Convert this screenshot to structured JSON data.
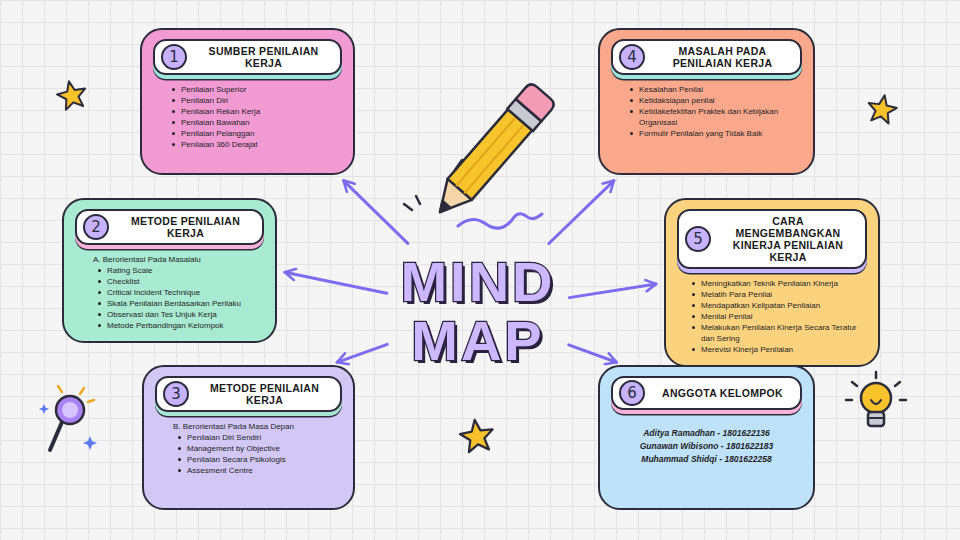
{
  "diagram": {
    "nodes": [
      {
        "text": [
          "MIND MAP"
        ]
      },
      {
        "text": [
          "Penilaian Superior",
          "Penilaian Diri",
          "Penilaian Rekan Kerja",
          "Penilaian Bawahan",
          "Penilaian Pelanggan",
          "Penilaian 360 Derajat"
        ]
      },
      {
        "text": [
          "SUMBER PENILAIAN KERJA"
        ],
        "in": 1
      },
      {
        "text": [
          "1"
        ],
        "in": 2
      },
      {
        "text": [
          "A. Berorientasi Pada Masalalu",
          "Rating Scale",
          "Checklist",
          "Critical Incident Technique",
          "Skala Penilaian Berdasarkan Perilaku",
          "Observasi dan Tes Unjuk Kerja",
          "Metode Perbandingan Kelompok"
        ]
      },
      {
        "text": [
          "METODE PENILAIAN KERJA"
        ],
        "in": 4
      },
      {
        "text": [
          "2"
        ],
        "in": 5
      },
      {
        "text": [
          "B. Berorientasi Pada Masa Depan",
          "Penilaian Diri Sendiri",
          "Management by Objective",
          "Penilaian Secara Psikologis",
          "Assesment Centre"
        ]
      },
      {
        "text": [
          "METODE PENILAIAN KERJA"
        ],
        "in": 7
      },
      {
        "text": [
          "3"
        ],
        "in": 8
      },
      {
        "text": [
          "Kesalahan Penilai",
          "Ketidaksiapan penilai",
          "Ketidakefektifan Praktek dan Kebijakan Organisasi",
          "Formulir Penilaian yang Tidak Baik"
        ]
      },
      {
        "text": [
          "MASALAH PADA PENILAIAN KERJA"
        ],
        "in": 10
      },
      {
        "text": [
          "4"
        ],
        "in": 11
      },
      {
        "text": [
          "Meningkatkan Teknik Penilaian Kinerja",
          "Melatih Para Penilai",
          "Mendapatkan Kelipatan Penilaian",
          "Menilai Penilai",
          "Melakukan Penilaian Kinerja Secara Teratur dan Sering",
          "Merevisi Kinerja Penilaian"
        ]
      },
      {
        "text": [
          "CARA MENGEMBANGKAN KINERJA PENILAIAN KERJA"
        ],
        "in": 13
      },
      {
        "text": [
          "5"
        ],
        "in": 14
      },
      {
        "text": [
          "Aditya Ramadhan - 1801622136",
          "Gunawan Wibisono - 1801622183",
          "Muhammad Shidqi - 1801622258"
        ]
      },
      {
        "text": [
          "ANGGOTA KELOMPOK"
        ],
        "in": 16
      },
      {
        "text": [
          "6"
        ],
        "in": 17
      }
    ],
    "edges": [
      {
        "from": 0,
        "to": 1,
        "arrow": "to"
      },
      {
        "from": 0,
        "to": 4,
        "arrow": "to"
      },
      {
        "from": 0,
        "to": 7,
        "arrow": "to"
      },
      {
        "from": 0,
        "to": 10,
        "arrow": "to"
      },
      {
        "from": 0,
        "to": 13,
        "arrow": "to"
      },
      {
        "from": 0,
        "to": 16,
        "arrow": "to"
      }
    ]
  }
}
